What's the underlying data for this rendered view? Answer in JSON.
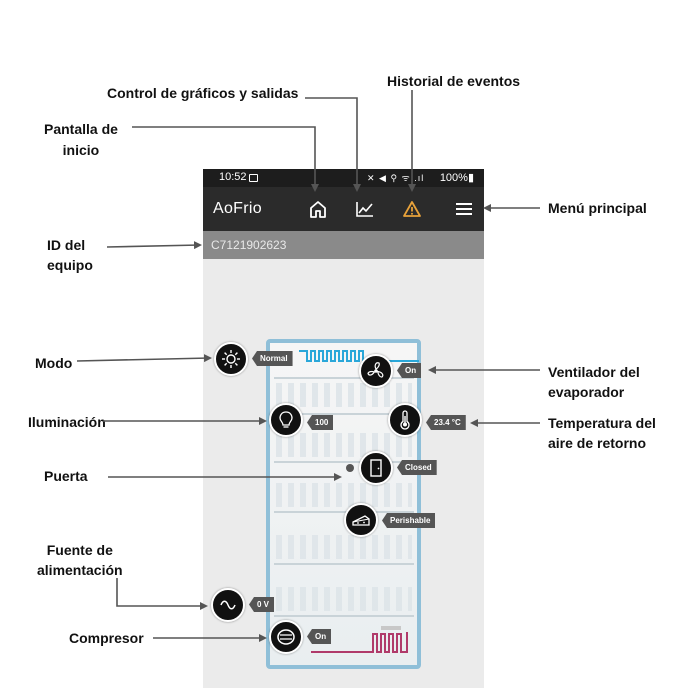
{
  "callouts": {
    "graficos": "Control de gráficos y salidas",
    "historial": "Historial de eventos",
    "inicio_l1": "Pantalla de",
    "inicio_l2": "inicio",
    "menu": "Menú principal",
    "id_l1": "ID del",
    "id_l2": "equipo",
    "modo": "Modo",
    "ventilador_l1": "Ventilador del",
    "ventilador_l2": "evaporador",
    "iluminacion": "Iluminación",
    "temperatura_l1": "Temperatura del",
    "temperatura_l2": "aire de retorno",
    "puerta": "Puerta",
    "fuente_l1": "Fuente de",
    "fuente_l2": "alimentación",
    "compresor": "Compresor"
  },
  "status_bar": {
    "time": "10:52",
    "system_icons": "✕ ◀ ⚲ ᯤ .ıl",
    "battery": "100%▮"
  },
  "app": {
    "logo": "AoFrio",
    "device_id": "C7121902623"
  },
  "icons": {
    "home": "home-icon",
    "chart": "chart-icon",
    "alert": "warning-icon",
    "menu": "hamburger-menu-icon"
  },
  "colors": {
    "alert": "#e8a23a",
    "fridge_frame": "#8fbfd8",
    "evaporator_coil": "#2aa7d9",
    "compressor_coil": "#b03a6a"
  },
  "components": {
    "mode": {
      "value": "Normal",
      "icon": "sun-icon"
    },
    "fan": {
      "value": "On",
      "icon": "fan-icon"
    },
    "lighting": {
      "value": "100",
      "icon": "bulb-icon"
    },
    "temperature": {
      "value": "23.4 °C",
      "icon": "thermometer-icon"
    },
    "door": {
      "value": "Closed",
      "icon": "door-icon"
    },
    "product": {
      "value": "Perishable",
      "icon": "cheese-icon"
    },
    "power": {
      "value": "0 V",
      "icon": "ac-wave-icon"
    },
    "compressor": {
      "value": "On",
      "icon": "compressor-icon"
    }
  }
}
